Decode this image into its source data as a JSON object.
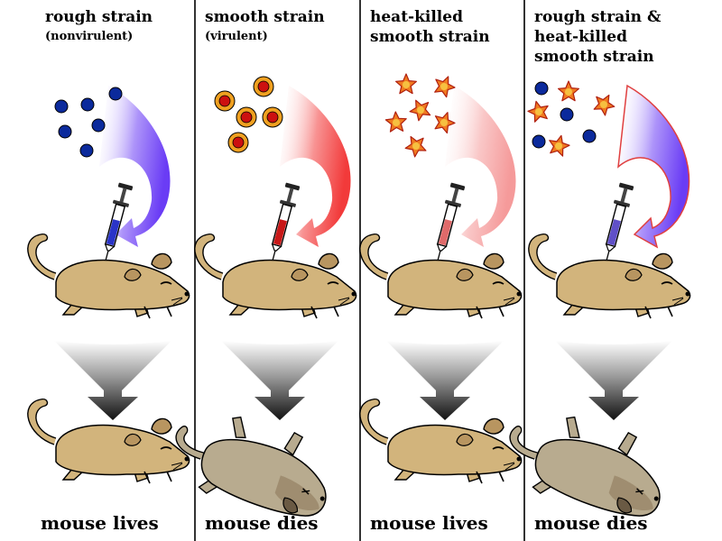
{
  "panels": [
    {
      "title": [
        "rough strain"
      ],
      "subtitle": "(nonvirulent)",
      "outcome": "mouse lives",
      "bacteria": "rough",
      "result": "alive",
      "arrow": "#6a3cf5",
      "fluid": "#2a34c8"
    },
    {
      "title": [
        "smooth strain"
      ],
      "subtitle": "(virulent)",
      "outcome": "mouse dies",
      "bacteria": "smooth",
      "result": "dead",
      "arrow": "#f23a3a",
      "fluid": "#c81818"
    },
    {
      "title": [
        "heat-killed",
        "smooth strain"
      ],
      "subtitle": "",
      "outcome": "mouse lives",
      "bacteria": "heat-killed",
      "result": "alive",
      "arrow": "#f59a9a",
      "fluid": "#e06a6a"
    },
    {
      "title": [
        "rough strain &",
        "heat-killed",
        "smooth strain"
      ],
      "subtitle": "",
      "outcome": "mouse dies",
      "bacteria": "mixed",
      "result": "dead",
      "arrow": "#6a3cf5",
      "fluid": "#6050c8"
    }
  ],
  "colors": {
    "rough_cell": "#0b2a9c",
    "smooth_cell_ring": "#f0a020",
    "smooth_cell_core": "#cc1010",
    "heat_killed_star": "#f07a20",
    "mouse_alive": "#d2b47c",
    "mouse_dead": "#b8ab8f",
    "funnel": "#111111"
  }
}
